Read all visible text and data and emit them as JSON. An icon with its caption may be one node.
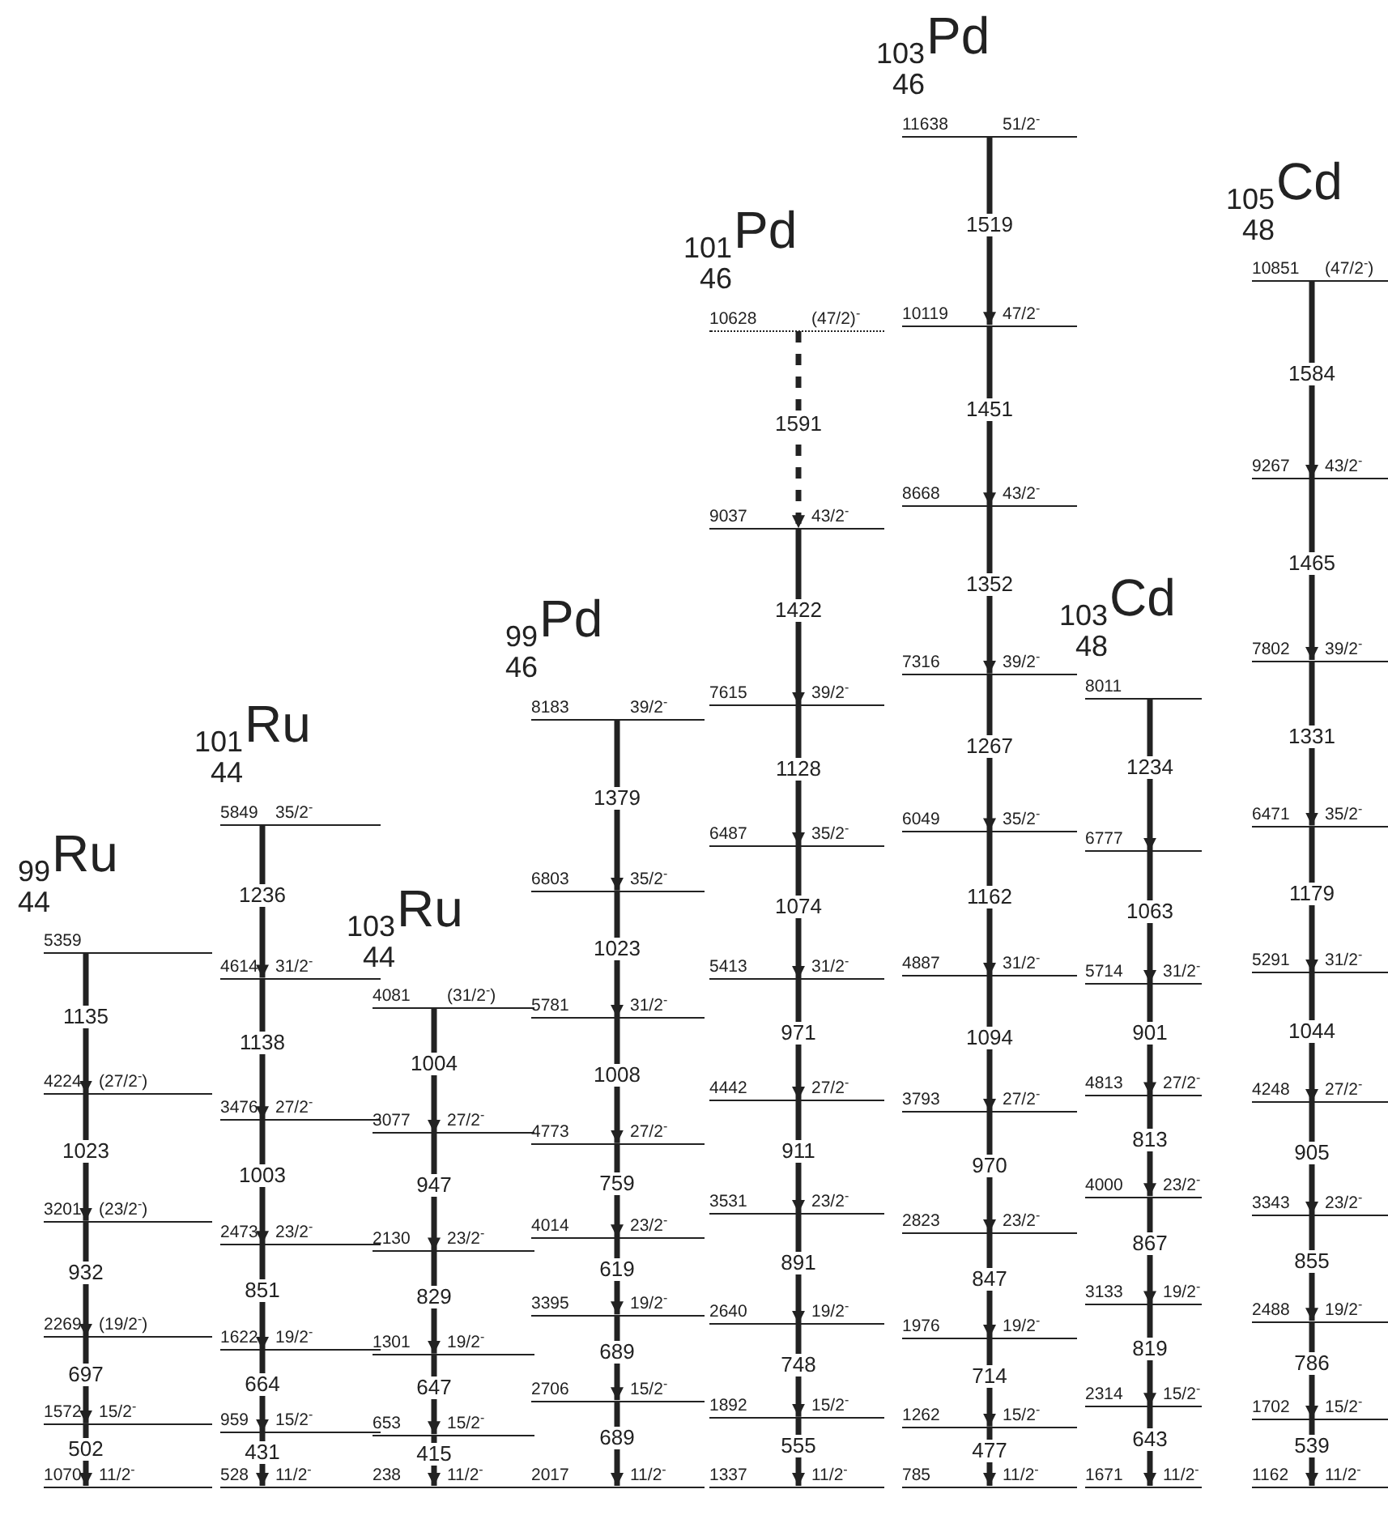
{
  "diagram": {
    "nodes": [
      {
        "text": [
          "5359"
        ]
      },
      {
        "text": [
          "4224",
          "(27/2$^{-}$)"
        ]
      },
      {
        "text": [
          "3201",
          "(23/2$^{-}$)"
        ]
      },
      {
        "text": [
          "2269",
          "(19/2$^{-}$)"
        ]
      },
      {
        "text": [
          "1572",
          "15/2$^{-}$"
        ]
      },
      {
        "text": [
          "1070",
          "11/2$^{-}$"
        ]
      },
      {
        "text": [
          "5849",
          "35/2$^{-}$"
        ]
      },
      {
        "text": [
          "4614",
          "31/2$^{-}$"
        ]
      },
      {
        "text": [
          "3476",
          "27/2$^{-}$"
        ]
      },
      {
        "text": [
          "2473",
          "23/2$^{-}$"
        ]
      },
      {
        "text": [
          "1622",
          "19/2$^{-}$"
        ]
      },
      {
        "text": [
          "959",
          "15/2$^{-}$"
        ]
      },
      {
        "text": [
          "528",
          "11/2$^{-}$"
        ]
      },
      {
        "text": [
          "4081",
          "(31/2$^{-}$)"
        ]
      },
      {
        "text": [
          "3077",
          "27/2$^{-}$"
        ]
      },
      {
        "text": [
          "2130",
          "23/2$^{-}$"
        ]
      },
      {
        "text": [
          "1301",
          "19/2$^{-}$"
        ]
      },
      {
        "text": [
          "653",
          "15/2$^{-}$"
        ]
      },
      {
        "text": [
          "238",
          "11/2$^{-}$"
        ]
      },
      {
        "text": [
          "8183",
          "39/2$^{-}$"
        ]
      },
      {
        "text": [
          "6803",
          "35/2$^{-}$"
        ]
      },
      {
        "text": [
          "5781",
          "31/2$^{-}$"
        ]
      },
      {
        "text": [
          "4773",
          "27/2$^{-}$"
        ]
      },
      {
        "text": [
          "4014",
          "23/2$^{-}$"
        ]
      },
      {
        "text": [
          "3395",
          "19/2$^{-}$"
        ]
      },
      {
        "text": [
          "2706",
          "15/2$^{-}$"
        ]
      },
      {
        "text": [
          "2017",
          "11/2$^{-}$"
        ]
      },
      {
        "text": [
          "10628",
          "(47/2)$^{-}$"
        ]
      },
      {
        "text": [
          "9037",
          "43/2$^{-}$"
        ]
      },
      {
        "text": [
          "7615",
          "39/2$^{-}$"
        ]
      },
      {
        "text": [
          "6487",
          "35/2$^{-}$"
        ]
      },
      {
        "text": [
          "5413",
          "31/2$^{-}$"
        ]
      },
      {
        "text": [
          "4442",
          "27/2$^{-}$"
        ]
      },
      {
        "text": [
          "3531",
          "23/2$^{-}$"
        ]
      },
      {
        "text": [
          "2640",
          "19/2$^{-}$"
        ]
      },
      {
        "text": [
          "1892",
          "15/2$^{-}$"
        ]
      },
      {
        "text": [
          "1337",
          "11/2$^{-}$"
        ]
      },
      {
        "text": [
          "11638",
          "51/2$^{-}$"
        ]
      },
      {
        "text": [
          "10119",
          "47/2$^{-}$"
        ]
      },
      {
        "text": [
          "8668",
          "43/2$^{-}$"
        ]
      },
      {
        "text": [
          "7316",
          "39/2$^{-}$"
        ]
      },
      {
        "text": [
          "6049",
          "35/2$^{-}$"
        ]
      },
      {
        "text": [
          "4887",
          "31/2$^{-}$"
        ]
      },
      {
        "text": [
          "3793",
          "27/2$^{-}$"
        ]
      },
      {
        "text": [
          "2823",
          "23/2$^{-}$"
        ]
      },
      {
        "text": [
          "1976",
          "19/2$^{-}$"
        ]
      },
      {
        "text": [
          "1262",
          "15/2$^{-}$"
        ]
      },
      {
        "text": [
          "785",
          "11/2$^{-}$"
        ]
      },
      {
        "text": [
          "8011"
        ]
      },
      {
        "text": [
          "6777"
        ]
      },
      {
        "text": [
          "5714",
          "31/2$^{-}$"
        ]
      },
      {
        "text": [
          "4813",
          "27/2$^{-}$"
        ]
      },
      {
        "text": [
          "4000",
          "23/2$^{-}$"
        ]
      },
      {
        "text": [
          "3133",
          "19/2$^{-}$"
        ]
      },
      {
        "text": [
          "2314",
          "15/2$^{-}$"
        ]
      },
      {
        "text": [
          "1671",
          "11/2$^{-}$"
        ]
      },
      {
        "text": [
          "10851",
          "(47/2$^{-}$)"
        ]
      },
      {
        "text": [
          "9267",
          "43/2$^{-}$"
        ]
      },
      {
        "text": [
          "7802",
          "39/2$^{-}$"
        ]
      },
      {
        "text": [
          "6471",
          "35/2$^{-}$"
        ]
      },
      {
        "text": [
          "5291",
          "31/2$^{-}$"
        ]
      },
      {
        "text": [
          "4248",
          "27/2$^{-}$"
        ]
      },
      {
        "text": [
          "3343",
          "23/2$^{-}$"
        ]
      },
      {
        "text": [
          "2488",
          "19/2$^{-}$"
        ]
      },
      {
        "text": [
          "1702",
          "15/2$^{-}$"
        ]
      },
      {
        "text": [
          "1162",
          "11/2$^{-}$"
        ]
      }
    ],
    "edges": [
      {
        "from": 0,
        "to": 1,
        "arrow": "to",
        "label": "1135"
      },
      {
        "from": 1,
        "to": 2,
        "arrow": "to",
        "label": "1023"
      },
      {
        "from": 2,
        "to": 3,
        "arrow": "to",
        "label": "932"
      },
      {
        "from": 3,
        "to": 4,
        "arrow": "to",
        "label": "697"
      },
      {
        "from": 4,
        "to": 5,
        "arrow": "to",
        "label": "502"
      },
      {
        "from": 6,
        "to": 7,
        "arrow": "to",
        "label": "1236"
      },
      {
        "from": 7,
        "to": 8,
        "arrow": "to",
        "label": "1138"
      },
      {
        "from": 8,
        "to": 9,
        "arrow": "to",
        "label": "1003"
      },
      {
        "from": 9,
        "to": 10,
        "arrow": "to",
        "label": "851"
      },
      {
        "from": 10,
        "to": 11,
        "arrow": "to",
        "label": "664"
      },
      {
        "from": 11,
        "to": 12,
        "arrow": "to",
        "label": "431"
      },
      {
        "from": 13,
        "to": 14,
        "arrow": "to",
        "label": "1004"
      },
      {
        "from": 14,
        "to": 15,
        "arrow": "to",
        "label": "947"
      },
      {
        "from": 15,
        "to": 16,
        "arrow": "to",
        "label": "829"
      },
      {
        "from": 16,
        "to": 17,
        "arrow": "to",
        "label": "647"
      },
      {
        "from": 17,
        "to": 18,
        "arrow": "to",
        "label": "415"
      },
      {
        "from": 19,
        "to": 20,
        "arrow": "to",
        "label": "1379"
      },
      {
        "from": 20,
        "to": 21,
        "arrow": "to",
        "label": "1023"
      },
      {
        "from": 21,
        "to": 22,
        "arrow": "to",
        "label": "1008"
      },
      {
        "from": 22,
        "to": 23,
        "arrow": "to",
        "label": "759"
      },
      {
        "from": 23,
        "to": 24,
        "arrow": "to",
        "label": "619"
      },
      {
        "from": 24,
        "to": 25,
        "arrow": "to",
        "label": "689"
      },
      {
        "from": 25,
        "to": 26,
        "arrow": "to",
        "label": "689"
      },
      {
        "from": 27,
        "to": 28,
        "arrow": "to",
        "label": "1591",
        "style": "dashed"
      },
      {
        "from": 28,
        "to": 29,
        "arrow": "to",
        "label": "1422"
      },
      {
        "from": 29,
        "to": 30,
        "arrow": "to",
        "label": "1128"
      },
      {
        "from": 30,
        "to": 31,
        "arrow": "to",
        "label": "1074"
      },
      {
        "from": 31,
        "to": 32,
        "arrow": "to",
        "label": "971"
      },
      {
        "from": 32,
        "to": 33,
        "arrow": "to",
        "label": "911"
      },
      {
        "from": 33,
        "to": 34,
        "arrow": "to",
        "label": "891"
      },
      {
        "from": 34,
        "to": 35,
        "arrow": "to",
        "label": "748"
      },
      {
        "from": 35,
        "to": 36,
        "arrow": "to",
        "label": "555"
      },
      {
        "from": 37,
        "to": 38,
        "arrow": "to",
        "label": "1519"
      },
      {
        "from": 38,
        "to": 39,
        "arrow": "to",
        "label": "1451"
      },
      {
        "from": 39,
        "to": 40,
        "arrow": "to",
        "label": "1352"
      },
      {
        "from": 40,
        "to": 41,
        "arrow": "to",
        "label": "1267"
      },
      {
        "from": 41,
        "to": 42,
        "arrow": "to",
        "label": "1162"
      },
      {
        "from": 42,
        "to": 43,
        "arrow": "to",
        "label": "1094"
      },
      {
        "from": 43,
        "to": 44,
        "arrow": "to",
        "label": "970"
      },
      {
        "from": 44,
        "to": 45,
        "arrow": "to",
        "label": "847"
      },
      {
        "from": 45,
        "to": 46,
        "arrow": "to",
        "label": "714"
      },
      {
        "from": 46,
        "to": 47,
        "arrow": "to",
        "label": "477"
      },
      {
        "from": 48,
        "to": 49,
        "arrow": "to",
        "label": "1234"
      },
      {
        "from": 49,
        "to": 50,
        "arrow": "to",
        "label": "1063"
      },
      {
        "from": 50,
        "to": 51,
        "arrow": "to",
        "label": "901"
      },
      {
        "from": 51,
        "to": 52,
        "arrow": "to",
        "label": "813"
      },
      {
        "from": 52,
        "to": 53,
        "arrow": "to",
        "label": "867"
      },
      {
        "from": 53,
        "to": 54,
        "arrow": "to",
        "label": "819"
      },
      {
        "from": 54,
        "to": 55,
        "arrow": "to",
        "label": "643"
      },
      {
        "from": 56,
        "to": 57,
        "arrow": "to",
        "label": "1584"
      },
      {
        "from": 57,
        "to": 58,
        "arrow": "to",
        "label": "1465"
      },
      {
        "from": 58,
        "to": 59,
        "arrow": "to",
        "label": "1331"
      },
      {
        "from": 59,
        "to": 60,
        "arrow": "to",
        "label": "1179"
      },
      {
        "from": 60,
        "to": 61,
        "arrow": "to",
        "label": "1044"
      },
      {
        "from": 61,
        "to": 62,
        "arrow": "to",
        "label": "905"
      },
      {
        "from": 62,
        "to": 63,
        "arrow": "to",
        "label": "855"
      },
      {
        "from": 63,
        "to": 64,
        "arrow": "to",
        "label": "786"
      },
      {
        "from": 64,
        "to": 65,
        "arrow": "to",
        "label": "539"
      }
    ],
    "labels": [
      "$^{99}$$_{44}$Ru",
      "$^{101}$$_{44}$Ru",
      "$^{103}$$_{44}$Ru",
      "$^{99}$$_{46}$Pd",
      "$^{101}$$_{46}$Pd",
      "$^{103}$$_{46}$Pd",
      "$^{103}$$_{48}$Cd",
      "$^{105}$$_{48}$Cd"
    ]
  }
}
